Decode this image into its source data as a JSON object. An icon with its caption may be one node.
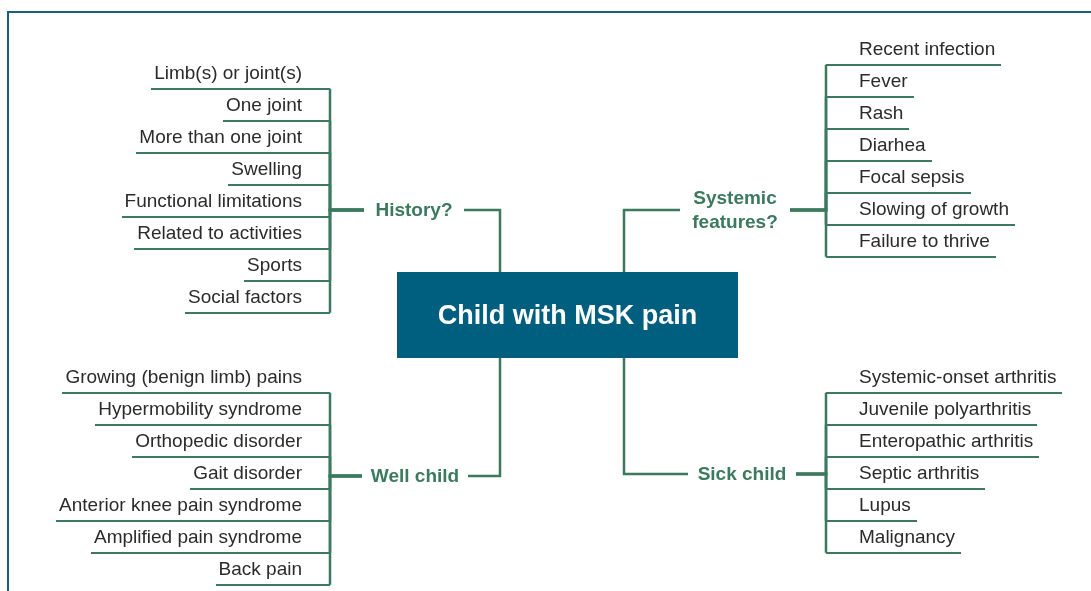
{
  "diagram": {
    "nodes": [
      {
        "text": [
          "Child with MSK pain"
        ]
      },
      {
        "text": [
          "History?"
        ]
      },
      {
        "text": [
          "Limb(s) or joint(s)"
        ]
      },
      {
        "text": [
          "One joint"
        ]
      },
      {
        "text": [
          "More than one joint"
        ]
      },
      {
        "text": [
          "Swelling"
        ]
      },
      {
        "text": [
          "Functional limitations"
        ]
      },
      {
        "text": [
          "Related to activities"
        ]
      },
      {
        "text": [
          "Sports"
        ]
      },
      {
        "text": [
          "Social factors"
        ]
      },
      {
        "text": [
          "Systemic features?"
        ]
      },
      {
        "text": [
          "Recent infection"
        ]
      },
      {
        "text": [
          "Fever"
        ]
      },
      {
        "text": [
          "Rash"
        ]
      },
      {
        "text": [
          "Diarhea"
        ]
      },
      {
        "text": [
          "Focal sepsis"
        ]
      },
      {
        "text": [
          "Slowing of growth"
        ]
      },
      {
        "text": [
          "Failure to thrive"
        ]
      },
      {
        "text": [
          "Well child"
        ]
      },
      {
        "text": [
          "Growing (benign limb) pains"
        ]
      },
      {
        "text": [
          "Hypermobility syndrome"
        ]
      },
      {
        "text": [
          "Orthopedic disorder"
        ]
      },
      {
        "text": [
          "Gait disorder"
        ]
      },
      {
        "text": [
          "Anterior knee pain syndrome"
        ]
      },
      {
        "text": [
          "Amplified pain syndrome"
        ]
      },
      {
        "text": [
          "Back pain"
        ]
      },
      {
        "text": [
          "Sick child"
        ]
      },
      {
        "text": [
          "Systemic-onset arthritis"
        ]
      },
      {
        "text": [
          "Juvenile polyarthritis"
        ]
      },
      {
        "text": [
          "Enteropathic arthritis"
        ]
      },
      {
        "text": [
          "Septic arthritis"
        ]
      },
      {
        "text": [
          "Lupus"
        ]
      },
      {
        "text": [
          "Malignancy"
        ]
      }
    ],
    "edges": [
      {
        "from": 0,
        "to": 1,
        "arrow": "none"
      },
      {
        "from": 0,
        "to": 10,
        "arrow": "none"
      },
      {
        "from": 0,
        "to": 18,
        "arrow": "none"
      },
      {
        "from": 0,
        "to": 26,
        "arrow": "none"
      },
      {
        "from": 1,
        "to": 2,
        "arrow": "none"
      },
      {
        "from": 1,
        "to": 3,
        "arrow": "none"
      },
      {
        "from": 1,
        "to": 4,
        "arrow": "none"
      },
      {
        "from": 1,
        "to": 5,
        "arrow": "none"
      },
      {
        "from": 1,
        "to": 6,
        "arrow": "none"
      },
      {
        "from": 1,
        "to": 7,
        "arrow": "none"
      },
      {
        "from": 1,
        "to": 8,
        "arrow": "none"
      },
      {
        "from": 1,
        "to": 9,
        "arrow": "none"
      },
      {
        "from": 10,
        "to": 11,
        "arrow": "none"
      },
      {
        "from": 10,
        "to": 12,
        "arrow": "none"
      },
      {
        "from": 10,
        "to": 13,
        "arrow": "none"
      },
      {
        "from": 10,
        "to": 14,
        "arrow": "none"
      },
      {
        "from": 10,
        "to": 15,
        "arrow": "none"
      },
      {
        "from": 10,
        "to": 16,
        "arrow": "none"
      },
      {
        "from": 10,
        "to": 17,
        "arrow": "none"
      },
      {
        "from": 18,
        "to": 19,
        "arrow": "none"
      },
      {
        "from": 18,
        "to": 20,
        "arrow": "none"
      },
      {
        "from": 18,
        "to": 21,
        "arrow": "none"
      },
      {
        "from": 18,
        "to": 22,
        "arrow": "none"
      },
      {
        "from": 18,
        "to": 23,
        "arrow": "none"
      },
      {
        "from": 18,
        "to": 24,
        "arrow": "none"
      },
      {
        "from": 18,
        "to": 25,
        "arrow": "none"
      },
      {
        "from": 26,
        "to": 27,
        "arrow": "none"
      },
      {
        "from": 26,
        "to": 28,
        "arrow": "none"
      },
      {
        "from": 26,
        "to": 29,
        "arrow": "none"
      },
      {
        "from": 26,
        "to": 30,
        "arrow": "none"
      },
      {
        "from": 26,
        "to": 31,
        "arrow": "none"
      },
      {
        "from": 26,
        "to": 32,
        "arrow": "none"
      }
    ]
  }
}
